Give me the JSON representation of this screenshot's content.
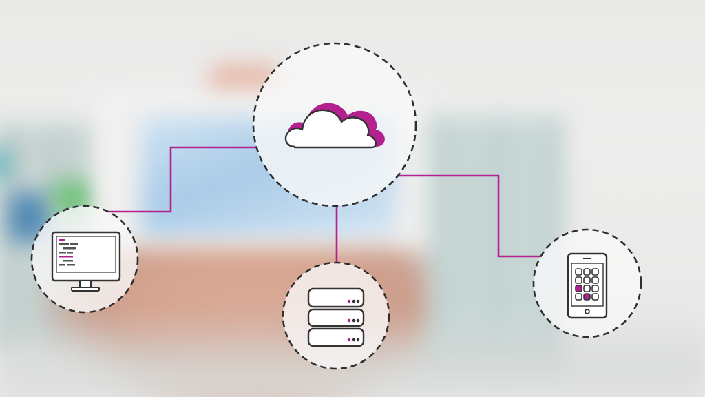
{
  "diagram": {
    "type": "hub-and-spoke network",
    "hub": {
      "icon": "cloud-icon"
    },
    "nodes": [
      {
        "id": "desktop",
        "icon": "desktop-monitor-icon"
      },
      {
        "id": "database",
        "icon": "database-server-icon"
      },
      {
        "id": "tablet",
        "icon": "tablet-keypad-icon"
      }
    ],
    "edges": [
      {
        "from": "cloud",
        "to": "desktop"
      },
      {
        "from": "cloud",
        "to": "database"
      },
      {
        "from": "cloud",
        "to": "tablet"
      }
    ]
  },
  "colors": {
    "accent": "#b3218f",
    "ring": "#2e2e2e",
    "icon_stroke": "#333333",
    "node_fill": "#f8f8f8"
  }
}
